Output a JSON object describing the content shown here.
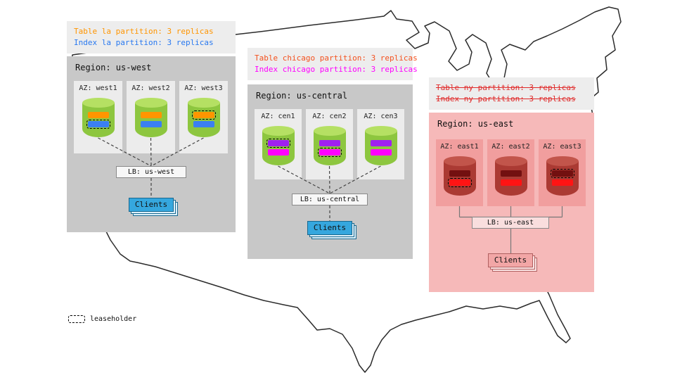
{
  "legend": {
    "label": "leaseholder"
  },
  "regions": [
    {
      "name": "us-west",
      "title": "Region: us-west",
      "annotation": {
        "lines": [
          {
            "text": "Table la partition: 3 replicas",
            "color": "#ff9500",
            "strike": false
          },
          {
            "text": "Index la partition: 3 replicas",
            "color": "#2979f0",
            "strike": false
          }
        ]
      },
      "colors": {
        "region_bg": "#c8c8c8",
        "az_bg": "#ececec",
        "annotation_bg": "#ededed",
        "db_body": "#8dc63f",
        "db_top": "#b5e063",
        "lb_bg": "#f7f7f7",
        "clients_bg": "#35a7de"
      },
      "azs": [
        {
          "label": "AZ: west1",
          "bars": [
            {
              "color": "#ff9500",
              "leaseholder": false
            },
            {
              "color": "#3b7ff2",
              "leaseholder": true
            }
          ]
        },
        {
          "label": "AZ: west2",
          "bars": [
            {
              "color": "#ff9500",
              "leaseholder": false
            },
            {
              "color": "#3b7ff2",
              "leaseholder": false
            }
          ]
        },
        {
          "label": "AZ: west3",
          "bars": [
            {
              "color": "#ff9500",
              "leaseholder": true
            },
            {
              "color": "#3b7ff2",
              "leaseholder": false
            }
          ]
        }
      ],
      "lb_label": "LB: us-west",
      "clients_label": "Clients"
    },
    {
      "name": "us-central",
      "title": "Region: us-central",
      "annotation": {
        "lines": [
          {
            "text": "Table chicago partition: 3 replicas",
            "color": "#f4511e",
            "strike": false
          },
          {
            "text": "Index chicago partition: 3 replicas",
            "color": "#ff00ff",
            "strike": false
          }
        ]
      },
      "colors": {
        "region_bg": "#c8c8c8",
        "az_bg": "#ececec",
        "annotation_bg": "#ededed",
        "db_body": "#8dc63f",
        "db_top": "#b5e063",
        "lb_bg": "#f7f7f7",
        "clients_bg": "#35a7de"
      },
      "azs": [
        {
          "label": "AZ: cen1",
          "bars": [
            {
              "color": "#a020f0",
              "leaseholder": true
            },
            {
              "color": "#ff00ff",
              "leaseholder": false
            }
          ]
        },
        {
          "label": "AZ: cen2",
          "bars": [
            {
              "color": "#a020f0",
              "leaseholder": false
            },
            {
              "color": "#ff00ff",
              "leaseholder": true
            }
          ]
        },
        {
          "label": "AZ: cen3",
          "bars": [
            {
              "color": "#a020f0",
              "leaseholder": false
            },
            {
              "color": "#ff00ff",
              "leaseholder": false
            }
          ]
        }
      ],
      "lb_label": "LB: us-central",
      "clients_label": "Clients"
    },
    {
      "name": "us-east",
      "title": "Region: us-east",
      "annotation": {
        "lines": [
          {
            "text": "Table ny partition: 3 replicas",
            "color": "#e02b2b",
            "strike": true
          },
          {
            "text": "Index ny partition: 3 replicas",
            "color": "#e02b2b",
            "strike": true
          }
        ]
      },
      "colors": {
        "region_bg": "#f6b9b9",
        "az_bg": "#f19e9e",
        "annotation_bg": "#ededed",
        "db_body": "#ab3a33",
        "db_top": "#c2554b",
        "lb_bg": "#f9dede",
        "clients_bg": "#f2a6a6"
      },
      "azs": [
        {
          "label": "AZ: east1",
          "bars": [
            {
              "color": "#731010",
              "leaseholder": false
            },
            {
              "color": "#ff1414",
              "leaseholder": true
            }
          ]
        },
        {
          "label": "AZ: east2",
          "bars": [
            {
              "color": "#731010",
              "leaseholder": false
            },
            {
              "color": "#ff1414",
              "leaseholder": false
            }
          ]
        },
        {
          "label": "AZ: east3",
          "bars": [
            {
              "color": "#731010",
              "leaseholder": true
            },
            {
              "color": "#ff1414",
              "leaseholder": false
            }
          ]
        }
      ],
      "lb_label": "LB: us-east",
      "clients_label": "Clients"
    }
  ]
}
